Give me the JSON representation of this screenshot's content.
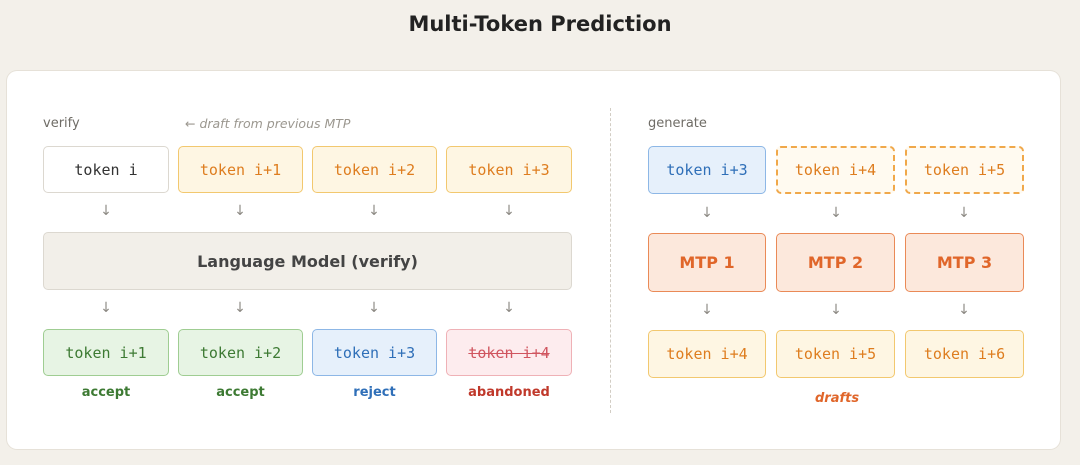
{
  "title": "Multi-Token Prediction",
  "left": {
    "section_label": "verify",
    "note": "← draft from previous MTP",
    "inputs": [
      "token i",
      "token i+1",
      "token i+2",
      "token i+3"
    ],
    "model_label": "Language Model (verify)",
    "outputs": [
      "token i+1",
      "token i+2",
      "token i+3",
      "token i+4"
    ],
    "statuses": [
      "accept",
      "accept",
      "reject",
      "abandoned"
    ]
  },
  "right": {
    "section_label": "generate",
    "inputs": [
      "token i+3",
      "token i+4",
      "token i+5"
    ],
    "mtp_heads": [
      "MTP 1",
      "MTP 2",
      "MTP 3"
    ],
    "outputs": [
      "token i+4",
      "token i+5",
      "token i+6"
    ],
    "footer_label": "drafts"
  },
  "arrow_glyph": "↓",
  "colors": {
    "accept": "#3d7a33",
    "reject": "#2f6fb8",
    "abandoned": "#c0392b",
    "draft": "#e0662a"
  }
}
